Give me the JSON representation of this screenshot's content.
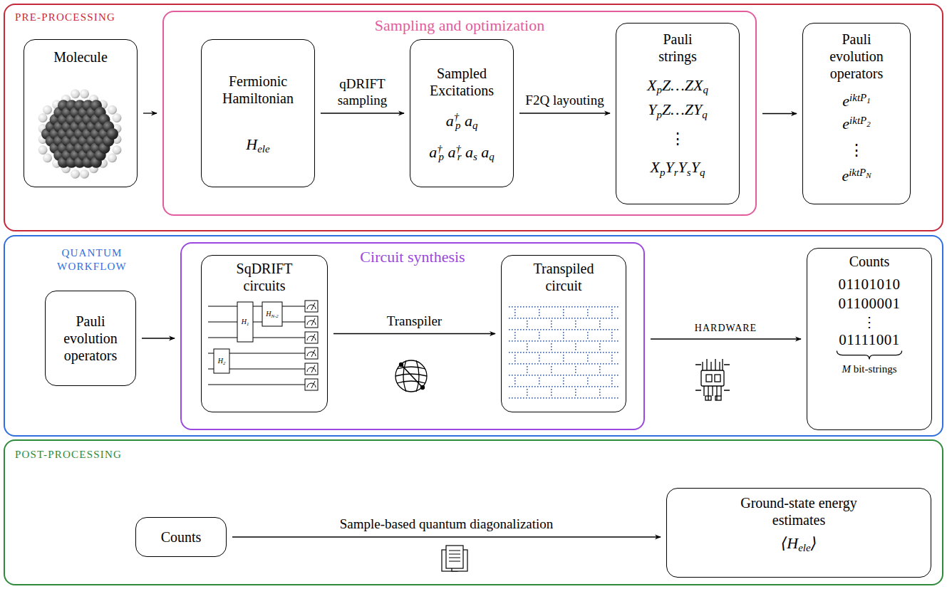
{
  "diagram": {
    "nodes": [
      {
        "text": [
          "PRE-PROCESSING"
        ]
      },
      {
        "text": [
          "Molecule"
        ],
        "in": 0
      },
      {
        "text": [
          "Sampling and optimization"
        ],
        "in": 0
      },
      {
        "text": [
          "Fermionic Hamiltonian",
          "Hele"
        ],
        "in": 2
      },
      {
        "text": [
          "Sampled Excitations",
          "a†p aq",
          "a†p a†r as aq"
        ],
        "in": 2
      },
      {
        "text": [
          "Pauli strings",
          "XpZ…ZXq",
          "YpZ…ZYq",
          "⋮",
          "XpYrYsYq"
        ],
        "in": 2
      },
      {
        "text": [
          "Pauli evolution operators",
          "eiktP1",
          "eiktP2",
          "⋮",
          "eiktPN"
        ],
        "in": 0
      },
      {
        "text": [
          "QUANTUM WORKFLOW"
        ]
      },
      {
        "text": [
          "Pauli evolution operators"
        ],
        "in": 7
      },
      {
        "text": [
          "Circuit synthesis"
        ],
        "in": 7
      },
      {
        "text": [
          "SqDRIFT circuits"
        ],
        "in": 9
      },
      {
        "text": [
          "Transpiled circuit"
        ],
        "in": 9
      },
      {
        "text": [
          "Counts",
          "01101010",
          "01100001",
          "⋮",
          "01111001",
          "M bit-strings"
        ],
        "in": 7
      },
      {
        "text": [
          "POST-PROCESSING"
        ]
      },
      {
        "text": [
          "Counts"
        ],
        "in": 13
      },
      {
        "text": [
          "Ground-state energy estimates",
          "⟨Hele⟩"
        ],
        "in": 13
      }
    ],
    "edges": [
      {
        "from": 1,
        "to": 2,
        "arrow": "to"
      },
      {
        "from": 3,
        "to": 4,
        "label": "qDRIFT sampling",
        "arrow": "to"
      },
      {
        "from": 4,
        "to": 5,
        "label": "F2Q layouting",
        "arrow": "to"
      },
      {
        "from": 2,
        "to": 6,
        "arrow": "to"
      },
      {
        "from": 8,
        "to": 9,
        "arrow": "to"
      },
      {
        "from": 10,
        "to": 11,
        "label": "Transpiler",
        "arrow": "to"
      },
      {
        "from": 9,
        "to": 12,
        "label": "HARDWARE",
        "arrow": "to"
      },
      {
        "from": 14,
        "to": 15,
        "label": "Sample-based quantum diagonalization",
        "arrow": "to"
      }
    ],
    "labels": [
      "H1",
      "HN-2",
      "H2"
    ]
  }
}
